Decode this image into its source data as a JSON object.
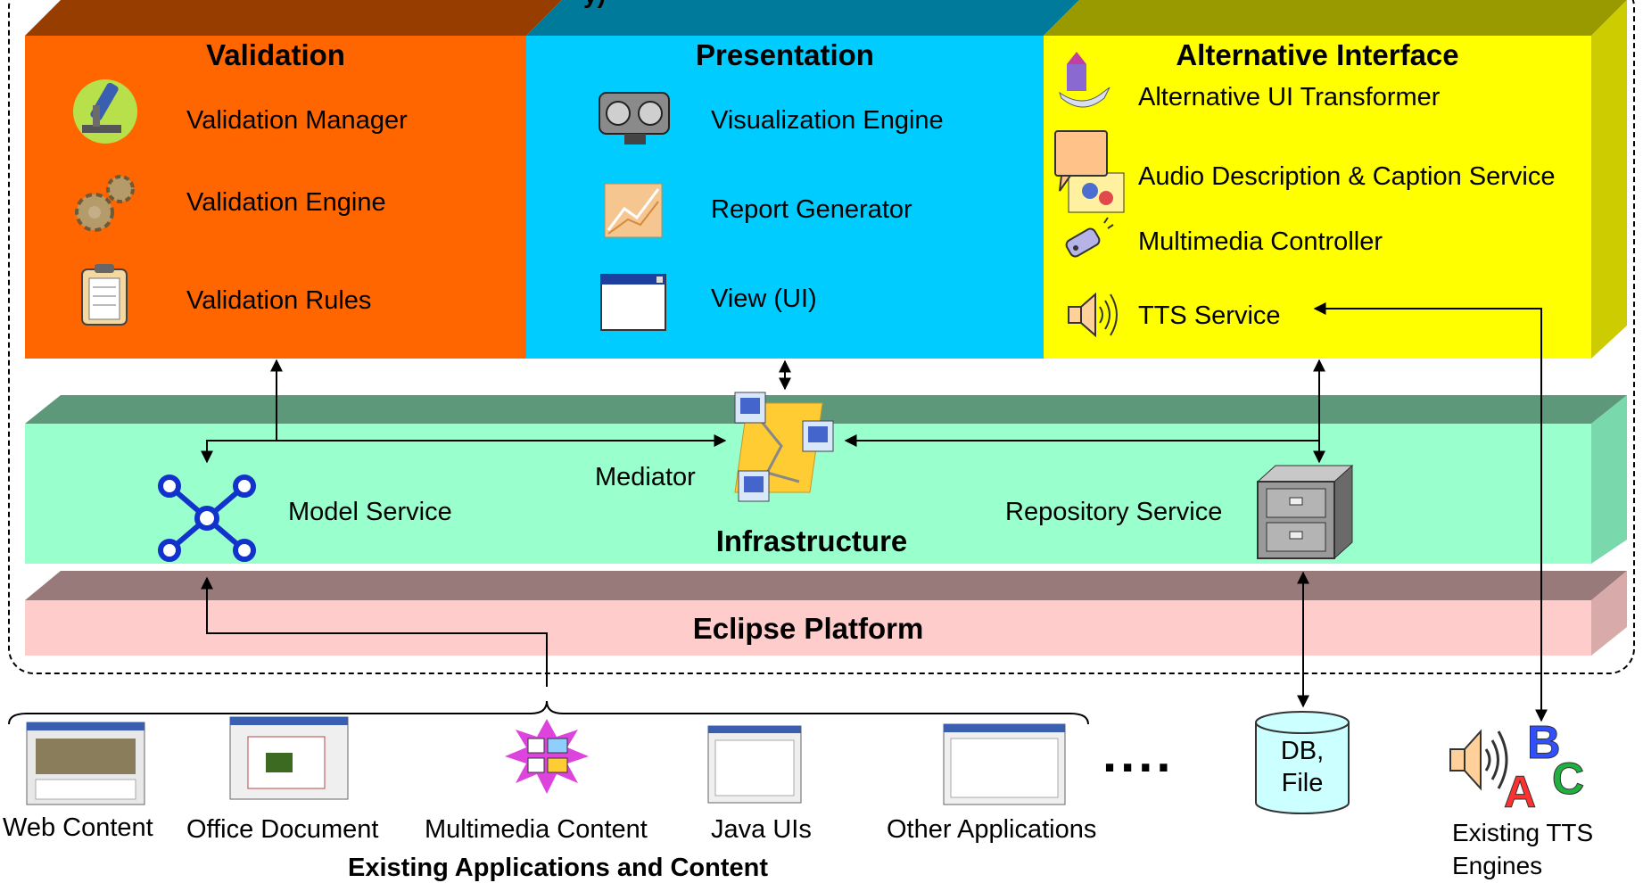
{
  "colors": {
    "validation_front": "#ff6600",
    "validation_top": "#973d00",
    "presentation_front": "#00ccff",
    "presentation_top": "#007a9a",
    "alternative_front": "#ffff00",
    "alternative_top": "#999900",
    "alternative_side": "#cccc00",
    "infra_front": "#99ffcc",
    "infra_top": "#5e987a",
    "infra_side": "#7ad8ad",
    "eclipse_front": "#ffcccc",
    "eclipse_top": "#997a7a",
    "eclipse_side": "#d9aaaa"
  },
  "top_fragment": "y)",
  "validation": {
    "title": "Validation",
    "items": [
      {
        "label": "Validation Manager",
        "icon": "microscope-icon"
      },
      {
        "label": "Validation Engine",
        "icon": "gears-icon"
      },
      {
        "label": "Validation Rules",
        "icon": "clipboard-icon"
      }
    ]
  },
  "presentation": {
    "title": "Presentation",
    "items": [
      {
        "label": "Visualization Engine",
        "icon": "engine-icon"
      },
      {
        "label": "Report Generator",
        "icon": "chart-icon"
      },
      {
        "label": "View (UI)",
        "icon": "window-icon"
      }
    ]
  },
  "alternative": {
    "title": "Alternative Interface",
    "items": [
      {
        "label": "Alternative UI Transformer",
        "icon": "magic-lamp-icon"
      },
      {
        "label": "Audio Description & Caption Service",
        "icon": "speech-bubble-icon"
      },
      {
        "label": "Multimedia Controller",
        "icon": "remote-control-icon"
      },
      {
        "label": "TTS Service",
        "icon": "speaker-icon"
      }
    ]
  },
  "infrastructure": {
    "title": "Infrastructure",
    "mediator": "Mediator",
    "model_service": "Model Service",
    "repository_service": "Repository Service"
  },
  "eclipse": {
    "title": "Eclipse Platform"
  },
  "bottom": {
    "items": [
      "Web Content",
      "Office Document",
      "Multimedia Content",
      "Java UIs",
      "Other Applications"
    ],
    "ellipsis": "....",
    "group_label": "Existing Applications and Content",
    "db_line1": "DB,",
    "db_line2": "File",
    "tts_line1": "Existing TTS",
    "tts_line2": "Engines",
    "abc": [
      "A",
      "B",
      "C"
    ]
  }
}
